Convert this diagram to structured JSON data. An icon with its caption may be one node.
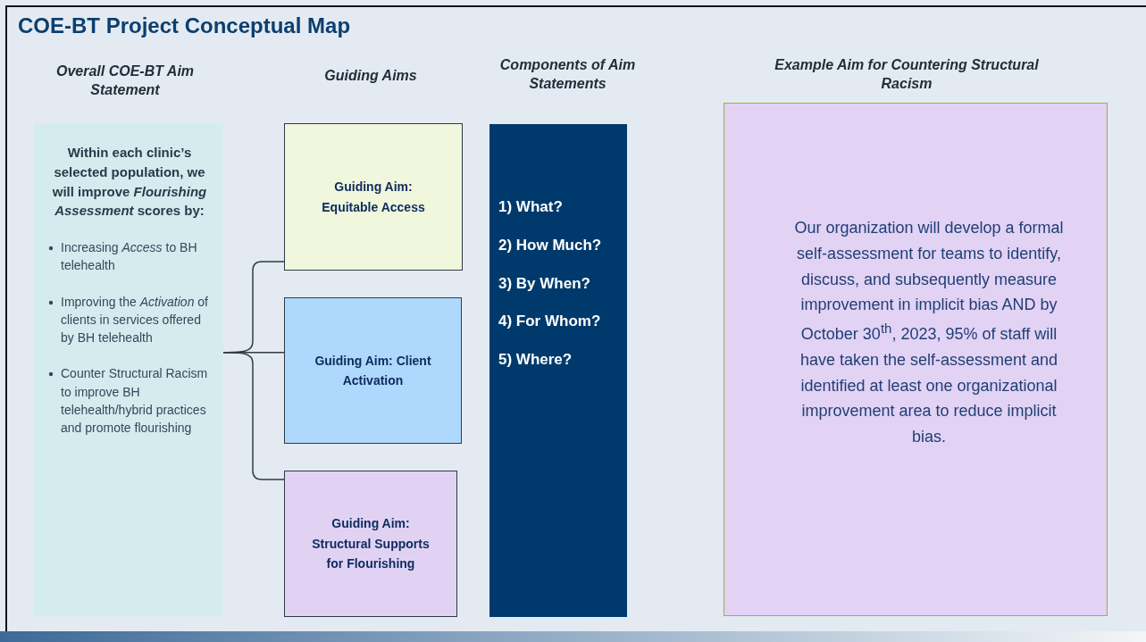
{
  "diagram": {
    "title": "COE-BT Project Conceptual Map",
    "nodes": [
      {
        "text": [
          "Within each clinic’s selected population, we will improve *Flourishing Assessment* scores by:",
          "Increasing *Access* to BH telehealth",
          "Improving the *Activation* of clients in services offered by BH telehealth",
          "Counter Structural Racism to improve BH telehealth/hybrid practices and promote flourishing"
        ]
      },
      {
        "text": [
          "Guiding Aim: Equitable Access"
        ]
      },
      {
        "text": [
          "Guiding  Aim: Client Activation"
        ]
      },
      {
        "text": [
          "Guiding Aim: Structural Supports for Flourishing"
        ]
      },
      {
        "text": [
          "1) What?",
          "2) How Much?",
          "3) By When?",
          "4) For Whom?",
          "5) Where?"
        ]
      },
      {
        "text": [
          "Our organization will develop a formal self-assessment for teams to identify, discuss, and subsequently measure improvement in implicit bias AND by October 30$^{th}$, 2023, 95% of staff will have taken the self-assessment and identified at least one organizational improvement area to reduce implicit bias."
        ]
      }
    ],
    "edges": [
      {
        "from": 0,
        "to": 1,
        "arrow": "none"
      },
      {
        "from": 0,
        "to": 2,
        "arrow": "none"
      },
      {
        "from": 0,
        "to": 3,
        "arrow": "none"
      }
    ],
    "labels": [
      "Overall COE-BT Aim Statement",
      "Guiding Aims",
      "Components of Aim Statements",
      "Example Aim for Countering Structural Racism"
    ]
  }
}
